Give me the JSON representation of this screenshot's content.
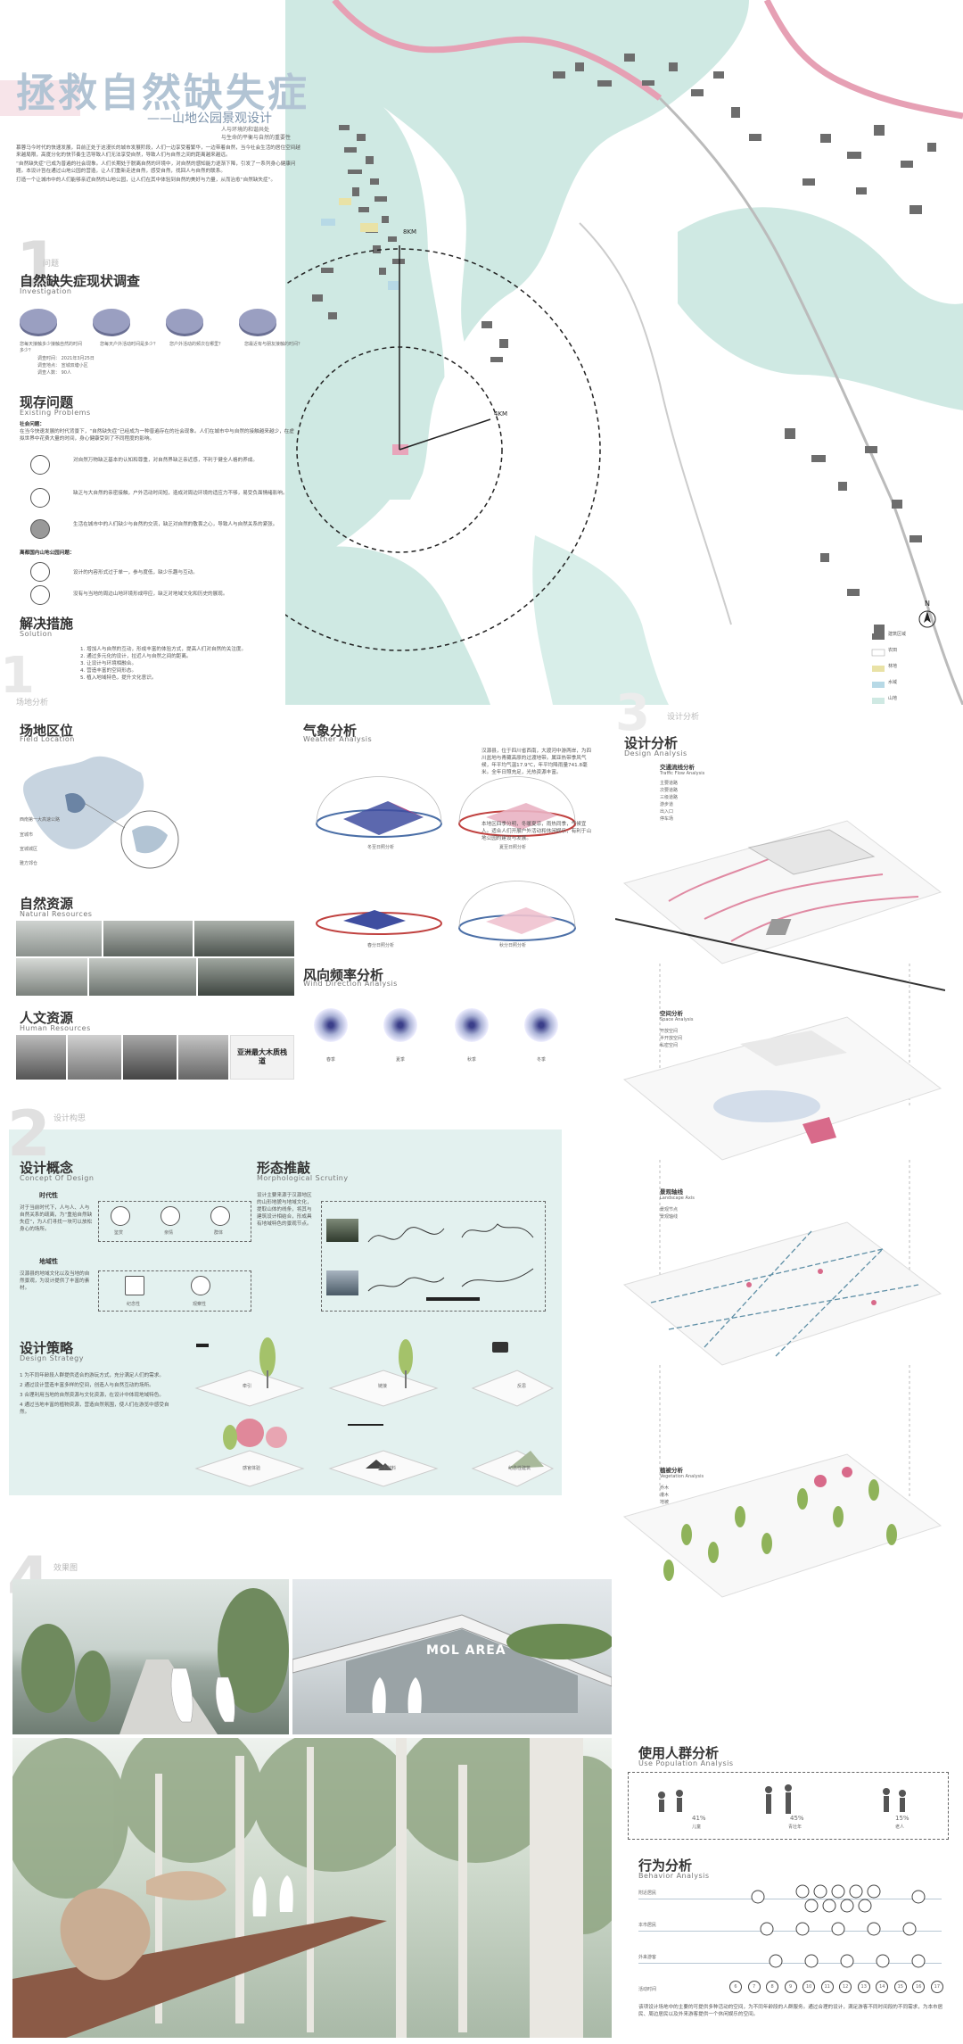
{
  "header": {
    "title": "拯救自然缺失症",
    "subtitle": "——山地公园景观设计",
    "sub1": "人与环境的和谐共处",
    "sub2": "与生命的平衡与自然的重要性"
  },
  "intro": {
    "p1": "慕蓉马今时代的快速发展，目前正处于这漫长的城市发展阶段，人们一边享受着繁华，一边带着自然，当今社会生活的居住空间越来越局限，高度分化的快节奏生活导致人们无法享受自然，导致人们与自然之间的距离越来越远。",
    "p2": "“自然缺失症”已成为普遍的社会现象。人们长期处于脱离自然的环境中，对自然的感知能力逐渐下降，引发了一系列身心健康问题。本设计旨在通过山地公园的营造，让人们重新走进自然，感受自然，找回人与自然的联系。",
    "p3": "打造一个让城市中的人们能够亲近自然的山地公园，让人们在其中体验到自然的美好与力量，从而治愈“自然缺失症”。"
  },
  "map": {
    "label_8km": "8KM",
    "label_4km": "4KM",
    "north": "N",
    "legend": [
      {
        "label": "建筑区域",
        "color": "#6d6d6d"
      },
      {
        "label": "农田",
        "color": "#ffffff"
      },
      {
        "label": "林地",
        "color": "#e9e2a6"
      },
      {
        "label": "水域",
        "color": "#b7d9e6"
      },
      {
        "label": "山地",
        "color": "#cfe9e3"
      }
    ]
  },
  "sec1": {
    "num": "1",
    "label": "问题"
  },
  "survey": {
    "title": "自然缺失症现状调查",
    "en": "Investigation",
    "questions": [
      "您每天接触多少接触自然的时间多少？",
      "您每天户外活动时间是多少？",
      "您户外活动的频次在哪里？",
      "您最近有与朋友接触的时间？"
    ],
    "info": [
      "调查时间： 2021年3月25日",
      "调查地点： 宣城双塘小区",
      "调查人数： 90人"
    ]
  },
  "problems": {
    "title": "现存问题",
    "en": "Existing Problems",
    "social": "社会问题：",
    "intro": "在当今快速发展的时代背景下，“自然缺失症”已经成为一种普遍存在的社会现象。人们在城市中与自然的接触越来越少，在虚拟世界中花费大量的时间，身心健康受到了不同程度的影响。",
    "items": [
      "对自然万物缺乏基本的认知和尊重，对自然界缺乏亲近感，不利于健全人格的养成。",
      "缺乏与大自然的亲密接触，户外活动时间短，造成对周边环境的适应力不够，易受负面情绪影响。",
      "生活在城市中的人们缺少与自然的交流，缺乏对自然的敬畏之心，导致人与自然关系的紧张。"
    ],
    "region": "离都国内山地公园问题：",
    "items2": [
      "设计的内容形式过于单一，参与度低，缺少乐趣与互动。",
      "没有与当地的周边山地环境形成呼应，缺乏对地域文化和历史的展现。"
    ]
  },
  "solution": {
    "title": "解决措施",
    "en": "Solution",
    "items": [
      "1. 增加人与自然的互动，形成丰富的体验方式，提高人们对自然的关注度。",
      "2. 通过多元化的设计，拉近人与自然之间的距离。",
      "3. 让设计与环境相融合。",
      "4. 营造丰富的空间形态。",
      "5. 植入地域特色，提升文化意识。"
    ]
  },
  "sec1b": {
    "label": "场地分析"
  },
  "location": {
    "title": "场地区位",
    "en": "Field Location",
    "cities": [
      "西南第一大高速公路",
      "宣城市",
      "宣城城区",
      "雅方郊仓"
    ]
  },
  "weather": {
    "title": "气象分析",
    "en": "Weather Analysis",
    "text1": "汉源县，位于四川省西南，大渡河中游两岸，为四川盆地与青藏高原的过渡地带。属亚热带季风气候，年平均气温17.9℃，年平均降雨量741.8毫米。全年日照充足，光热资源丰富。",
    "text2": "本地区四季分明，冬暖夏凉，雨热同季，气候宜人。适合人们开展户外活动和休闲娱乐，有利于山地公园的建设与发展。",
    "captions": [
      "冬至日照分析",
      "夏至日照分析",
      "春分日照分析",
      "秋分日照分析"
    ]
  },
  "wind": {
    "title": "风向频率分析",
    "en": "Wind Direction Analysis",
    "labels": [
      "春季",
      "夏季",
      "秋季",
      "冬季"
    ]
  },
  "natural": {
    "title": "自然资源",
    "en": "Natural Resources"
  },
  "human": {
    "title": "人文资源",
    "en": "Human Resources",
    "poster": "亚洲最大木质栈道"
  },
  "sec2": {
    "num": "2",
    "label": "设计构思"
  },
  "concept": {
    "title": "设计概念",
    "en": "Concept Of Design",
    "t1": "时代性",
    "t2": "地域性",
    "text1": "对于当前时代下，人与人、人与自然关系的疏离，为“重拾自然缺失症”，为人们寻找一块可以放松身心的场所。",
    "text2": "汉源县的地域文化以及当地的自然景观，为设计提供了丰富的素材。",
    "icons": [
      "鉴赏",
      "亲情",
      "群体"
    ],
    "icons2": [
      "纪念性",
      "观察性"
    ]
  },
  "form": {
    "title": "形态推敲",
    "en": "Morphological Scrutiny",
    "text": "设计主要来源于汉源地区的山形地貌与地域文化，提取山体的线条，将其与建筑设计相结合，形成具有地域特色的景观节点。"
  },
  "strategy": {
    "title": "设计策略",
    "en": "Design Strategy",
    "items": [
      "1 为不同年龄段人群提供适合的游玩方式，充分满足人们的需求。",
      "2 通过设计营造丰富多样的空间，创造人与自然互动的场所。",
      "3 合理利用当地的自然资源与文化资源，在设计中体现地域特色。",
      "4 通过当地丰富的植物资源，营造自然氛围，使人们在游览中感受自然。"
    ],
    "tags": [
      "牵引",
      "链接",
      "反思",
      "感官体验",
      "乡土材料",
      "纪念性建筑"
    ]
  },
  "sec3": {
    "label": "设计分析"
  },
  "design": {
    "title": "设计分析",
    "en": "Design Analysis",
    "traffic": {
      "title": "交通流线分析",
      "en": "Traffic Flow Analysis",
      "legend": [
        "主要道路",
        "次要道路",
        "三级道路",
        "游步道",
        "出入口",
        "停车场"
      ]
    },
    "space": {
      "title": "空间分析",
      "en": "Space Analysis",
      "legend": [
        "开放空间",
        "半开放空间",
        "私密空间"
      ]
    },
    "axis": {
      "title": "景观轴线",
      "en": "Landscape Axis",
      "legend": [
        "景观节点",
        "景观轴线"
      ]
    },
    "veg": {
      "title": "植被分析",
      "en": "Vegetation Analysis",
      "legend": [
        "乔木",
        "灌木",
        "地被"
      ]
    }
  },
  "sec4": {
    "num": "4",
    "label": "效果图"
  },
  "render": {
    "sign": "MOL AREA"
  },
  "population": {
    "title": "使用人群分析",
    "en": "Use Population Analysis",
    "groups": [
      {
        "pct": "41%",
        "label": "儿童"
      },
      {
        "pct": "45%",
        "label": "青壮年"
      },
      {
        "pct": "15%",
        "label": "老人"
      }
    ]
  },
  "behavior": {
    "title": "行为分析",
    "en": "Behavior Analysis",
    "rows": [
      "附近居民",
      "本市居民",
      "外来游客",
      "活动时间"
    ],
    "times": [
      "6",
      "7",
      "8",
      "9",
      "10",
      "11",
      "12",
      "13",
      "14",
      "15",
      "16",
      "17"
    ],
    "text": "该项设计场地中的主要的可提供多种活动的空间，为不同年龄段的人群服务。通过合理的设计，满足游客不同时间段的不同需求，为本市居民、周边居民以及外来游客提供一个休闲娱乐的空间。"
  }
}
